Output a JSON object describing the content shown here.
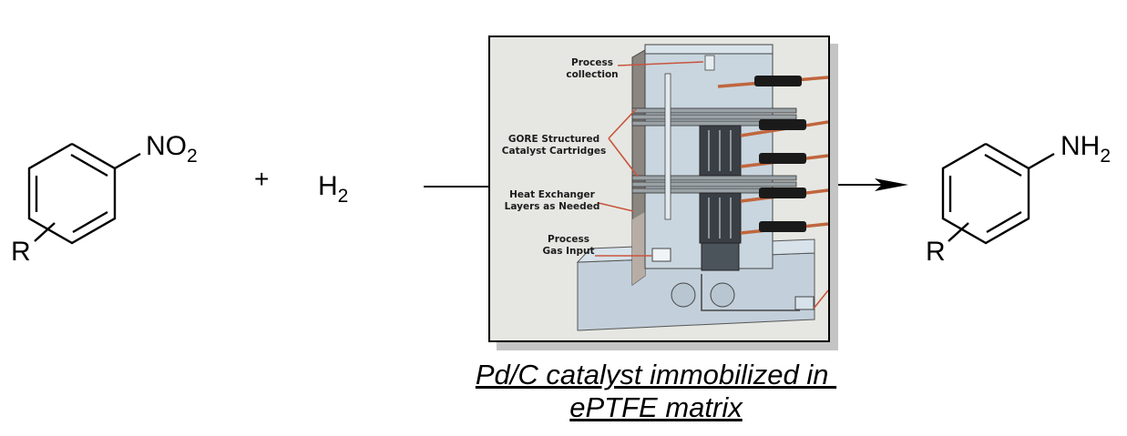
{
  "reaction": {
    "reactant": {
      "name": "substituted nitrobenzene",
      "group_main": "NO",
      "group_sub": "2",
      "substituent": "R"
    },
    "plus": "+",
    "reagent": {
      "main": "H",
      "sub": "2"
    },
    "product": {
      "name": "substituted aniline",
      "group_main": "NH",
      "group_sub": "2",
      "substituent": "R"
    },
    "arrow": "reaction-arrow"
  },
  "reactor_figure": {
    "labels": {
      "process_collection": "Process collection",
      "catalyst_cartridges": "GORE Structured Catalyst Cartridges",
      "heat_exchanger": "Heat Exchanger Layers as Needed",
      "gas_input": "Process Gas Input"
    },
    "colors": {
      "background": "#e6e7e2",
      "body": "#c9d6df",
      "body_dark": "#8a8580",
      "pipe": "#c0663e",
      "connector": "#1a1a1a",
      "leader_line": "#c8553d"
    }
  },
  "caption": {
    "line1": "Pd/C catalyst immobilized in ",
    "line2": "ePTFE matrix"
  }
}
